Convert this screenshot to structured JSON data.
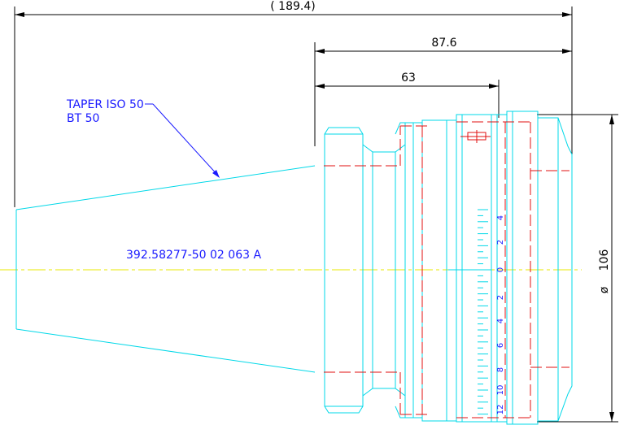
{
  "dimensions": {
    "overall_length": "( 189.4)",
    "length_87": "87.6",
    "length_63": "63",
    "diameter": "106",
    "diameter_symbol": "ø"
  },
  "annotations": {
    "taper_line1": "TAPER ISO 50",
    "taper_line2": "BT 50",
    "part_number": "392.58277-50 02 063 A"
  },
  "scale": {
    "upper_labels": [
      "4",
      "2",
      "0"
    ],
    "lower_labels": [
      "2",
      "4",
      "6",
      "8",
      "10",
      "12"
    ]
  },
  "colors": {
    "outline": "#00d8e8",
    "hidden": "#e01010",
    "centerline": "#e8e800",
    "text": "#1a1aff",
    "dimension": "#000000"
  }
}
